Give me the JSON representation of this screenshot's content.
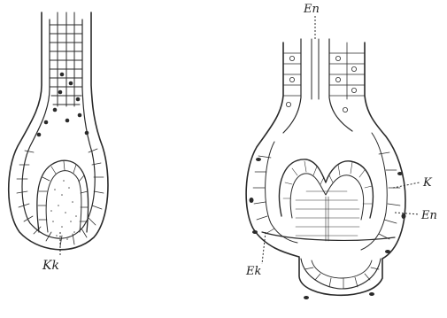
{
  "labels": {
    "kk": "Kk",
    "en_top": "En",
    "k": "K",
    "en_right": "En",
    "ek": "Ek"
  }
}
